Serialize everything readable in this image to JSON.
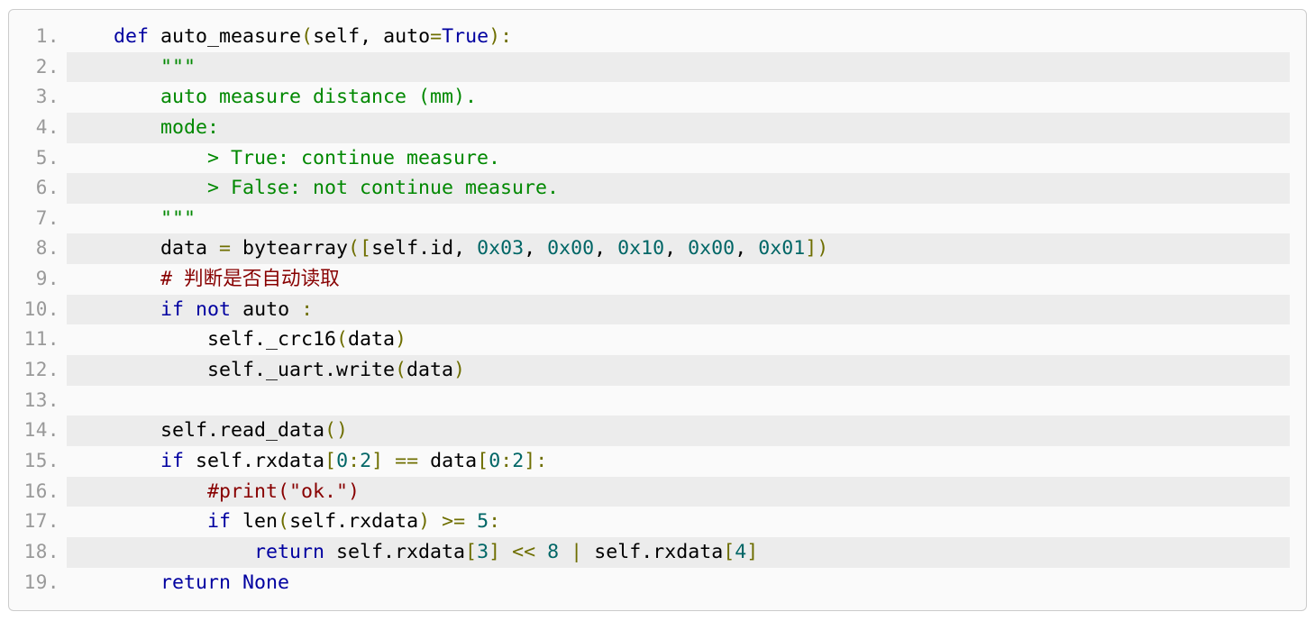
{
  "code": {
    "language": "python",
    "palette": {
      "bg": "#fafafa",
      "stripe": "#ececec",
      "border": "#cccccc",
      "num": "#999999",
      "pln": "#000000",
      "kwd": "#0000a0",
      "str": "#008800",
      "com": "#880000",
      "lit": "#006666",
      "pun": "#6e6e00"
    },
    "lines": [
      {
        "n": 1,
        "t": [
          [
            "pln",
            "    "
          ],
          [
            "kwd",
            "def"
          ],
          [
            "pln",
            " auto_measure"
          ],
          [
            "pun",
            "("
          ],
          [
            "pln",
            "self, auto"
          ],
          [
            "pun",
            "="
          ],
          [
            "kwd",
            "True"
          ],
          [
            "pun",
            "):"
          ]
        ]
      },
      {
        "n": 2,
        "t": [
          [
            "str",
            "        \"\"\""
          ]
        ]
      },
      {
        "n": 3,
        "t": [
          [
            "str",
            "        auto measure distance (mm)."
          ]
        ]
      },
      {
        "n": 4,
        "t": [
          [
            "str",
            "        mode:"
          ]
        ]
      },
      {
        "n": 5,
        "t": [
          [
            "str",
            "            > True: continue measure."
          ]
        ]
      },
      {
        "n": 6,
        "t": [
          [
            "str",
            "            > False: not continue measure."
          ]
        ]
      },
      {
        "n": 7,
        "t": [
          [
            "str",
            "        \"\"\""
          ]
        ]
      },
      {
        "n": 8,
        "t": [
          [
            "pln",
            "        data "
          ],
          [
            "pun",
            "="
          ],
          [
            "pln",
            " bytearray"
          ],
          [
            "pun",
            "(["
          ],
          [
            "pln",
            "self.id, "
          ],
          [
            "lit",
            "0x03"
          ],
          [
            "pln",
            ", "
          ],
          [
            "lit",
            "0x00"
          ],
          [
            "pln",
            ", "
          ],
          [
            "lit",
            "0x10"
          ],
          [
            "pln",
            ", "
          ],
          [
            "lit",
            "0x00"
          ],
          [
            "pln",
            ", "
          ],
          [
            "lit",
            "0x01"
          ],
          [
            "pun",
            "])"
          ]
        ]
      },
      {
        "n": 9,
        "t": [
          [
            "pln",
            "        "
          ],
          [
            "com",
            "# 判断是否自动读取"
          ]
        ]
      },
      {
        "n": 10,
        "t": [
          [
            "pln",
            "        "
          ],
          [
            "kwd",
            "if"
          ],
          [
            "pln",
            " "
          ],
          [
            "kwd",
            "not"
          ],
          [
            "pln",
            " auto "
          ],
          [
            "pun",
            ":"
          ]
        ]
      },
      {
        "n": 11,
        "t": [
          [
            "pln",
            "            self._crc16"
          ],
          [
            "pun",
            "("
          ],
          [
            "pln",
            "data"
          ],
          [
            "pun",
            ")"
          ]
        ]
      },
      {
        "n": 12,
        "t": [
          [
            "pln",
            "            self._uart.write"
          ],
          [
            "pun",
            "("
          ],
          [
            "pln",
            "data"
          ],
          [
            "pun",
            ")"
          ]
        ]
      },
      {
        "n": 13,
        "t": [
          [
            "pln",
            ""
          ]
        ]
      },
      {
        "n": 14,
        "t": [
          [
            "pln",
            "        self.read_data"
          ],
          [
            "pun",
            "()"
          ]
        ]
      },
      {
        "n": 15,
        "t": [
          [
            "pln",
            "        "
          ],
          [
            "kwd",
            "if"
          ],
          [
            "pln",
            " self.rxdata"
          ],
          [
            "pun",
            "["
          ],
          [
            "lit",
            "0"
          ],
          [
            "pun",
            ":"
          ],
          [
            "lit",
            "2"
          ],
          [
            "pun",
            "]"
          ],
          [
            "pln",
            " "
          ],
          [
            "pun",
            "=="
          ],
          [
            "pln",
            " data"
          ],
          [
            "pun",
            "["
          ],
          [
            "lit",
            "0"
          ],
          [
            "pun",
            ":"
          ],
          [
            "lit",
            "2"
          ],
          [
            "pun",
            "]:"
          ]
        ]
      },
      {
        "n": 16,
        "t": [
          [
            "pln",
            "            "
          ],
          [
            "com",
            "#print(\"ok.\")"
          ]
        ]
      },
      {
        "n": 17,
        "t": [
          [
            "pln",
            "            "
          ],
          [
            "kwd",
            "if"
          ],
          [
            "pln",
            " len"
          ],
          [
            "pun",
            "("
          ],
          [
            "pln",
            "self.rxdata"
          ],
          [
            "pun",
            ")"
          ],
          [
            "pln",
            " "
          ],
          [
            "pun",
            ">="
          ],
          [
            "pln",
            " "
          ],
          [
            "lit",
            "5"
          ],
          [
            "pun",
            ":"
          ]
        ]
      },
      {
        "n": 18,
        "t": [
          [
            "pln",
            "                "
          ],
          [
            "kwd",
            "return"
          ],
          [
            "pln",
            " self.rxdata"
          ],
          [
            "pun",
            "["
          ],
          [
            "lit",
            "3"
          ],
          [
            "pun",
            "]"
          ],
          [
            "pln",
            " "
          ],
          [
            "pun",
            "<<"
          ],
          [
            "pln",
            " "
          ],
          [
            "lit",
            "8"
          ],
          [
            "pln",
            " "
          ],
          [
            "pun",
            "|"
          ],
          [
            "pln",
            " self.rxdata"
          ],
          [
            "pun",
            "["
          ],
          [
            "lit",
            "4"
          ],
          [
            "pun",
            "]"
          ]
        ]
      },
      {
        "n": 19,
        "t": [
          [
            "pln",
            "        "
          ],
          [
            "kwd",
            "return"
          ],
          [
            "pln",
            " "
          ],
          [
            "kwd",
            "None"
          ]
        ]
      }
    ]
  }
}
